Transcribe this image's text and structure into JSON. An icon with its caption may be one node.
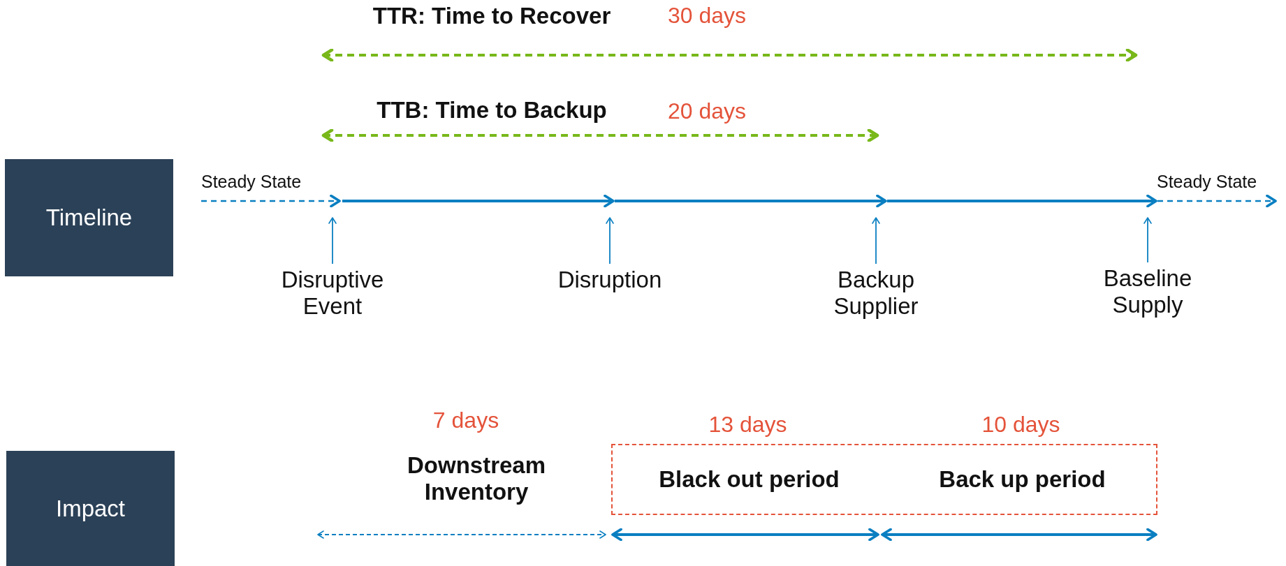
{
  "diagram": {
    "nodes": [
      {
        "text": [
          "Timeline"
        ]
      },
      {
        "text": [
          "Impact"
        ]
      },
      {
        "text": [
          "Disruptive Event"
        ]
      },
      {
        "text": [
          "Disruption"
        ]
      },
      {
        "text": [
          "Backup Supplier"
        ]
      },
      {
        "text": [
          "Baseline Supply"
        ]
      },
      {
        "text": [
          "Black out period",
          "Back up period"
        ],
        "beside": [
          "13 days",
          "10 days"
        ]
      }
    ],
    "edges": [
      {
        "from": 2,
        "to": null,
        "arrow": "to"
      },
      {
        "from": 3,
        "to": null,
        "arrow": "to"
      },
      {
        "from": 4,
        "to": null,
        "arrow": "to"
      },
      {
        "from": 5,
        "to": null,
        "arrow": "to"
      }
    ],
    "labels": [
      "TTR: Time to Recover",
      "30 days",
      "TTB: Time to Backup",
      "20 days",
      "Steady State",
      "Steady State",
      "7 days",
      "Downstream Inventory"
    ]
  }
}
